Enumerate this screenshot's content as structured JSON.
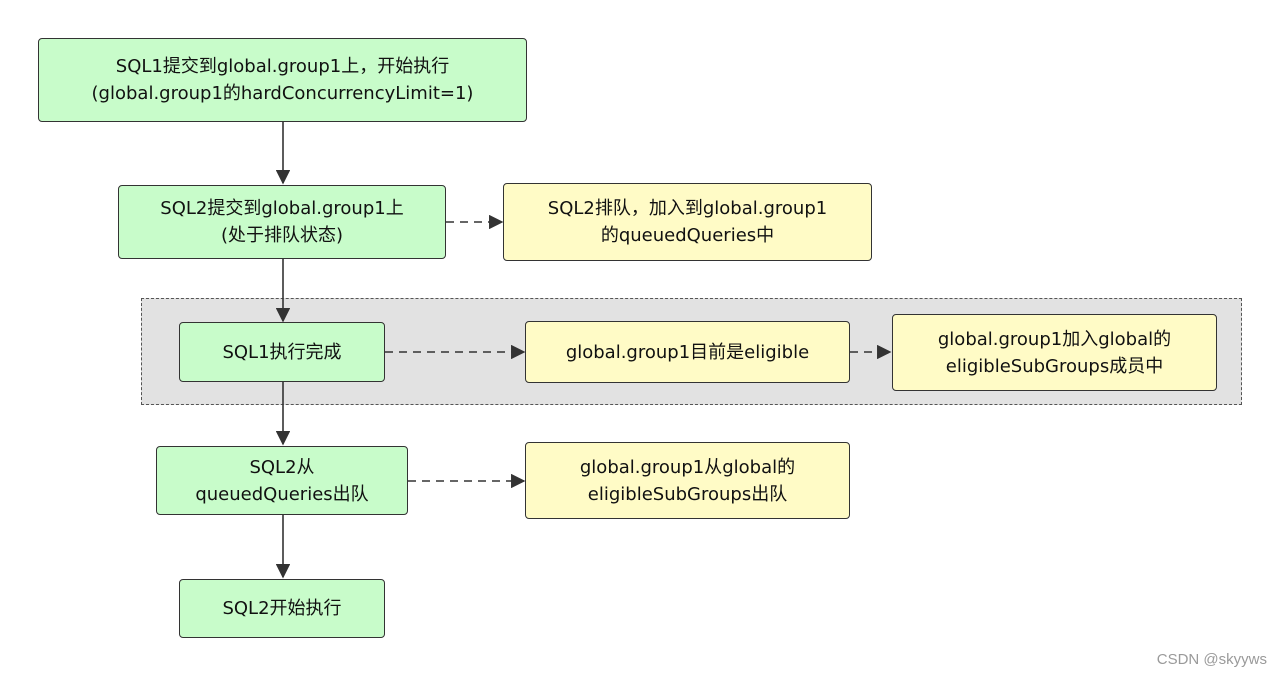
{
  "nodes": {
    "n1": {
      "line1": "SQL1提交到global.group1上，开始执行",
      "line2": "(global.group1的hardConcurrencyLimit=1)"
    },
    "n2": {
      "line1": "SQL2提交到global.group1上",
      "line2": "(处于排队状态)"
    },
    "n3": {
      "line1": "SQL2排队，加入到global.group1",
      "line2": "的queuedQueries中"
    },
    "n4": {
      "line1": "SQL1执行完成"
    },
    "n5": {
      "line1": "global.group1目前是eligible"
    },
    "n6": {
      "line1": "global.group1加入global的",
      "line2": "eligibleSubGroups成员中"
    },
    "n7": {
      "line1": "SQL2从",
      "line2": "queuedQueries出队"
    },
    "n8": {
      "line1": "global.group1从global的",
      "line2": "eligibleSubGroups出队"
    },
    "n9": {
      "line1": "SQL2开始执行"
    }
  },
  "colors": {
    "process": "#c8fcca",
    "note": "#fffbc6",
    "group": "#e2e2e2"
  },
  "watermark": "CSDN @skyyws"
}
